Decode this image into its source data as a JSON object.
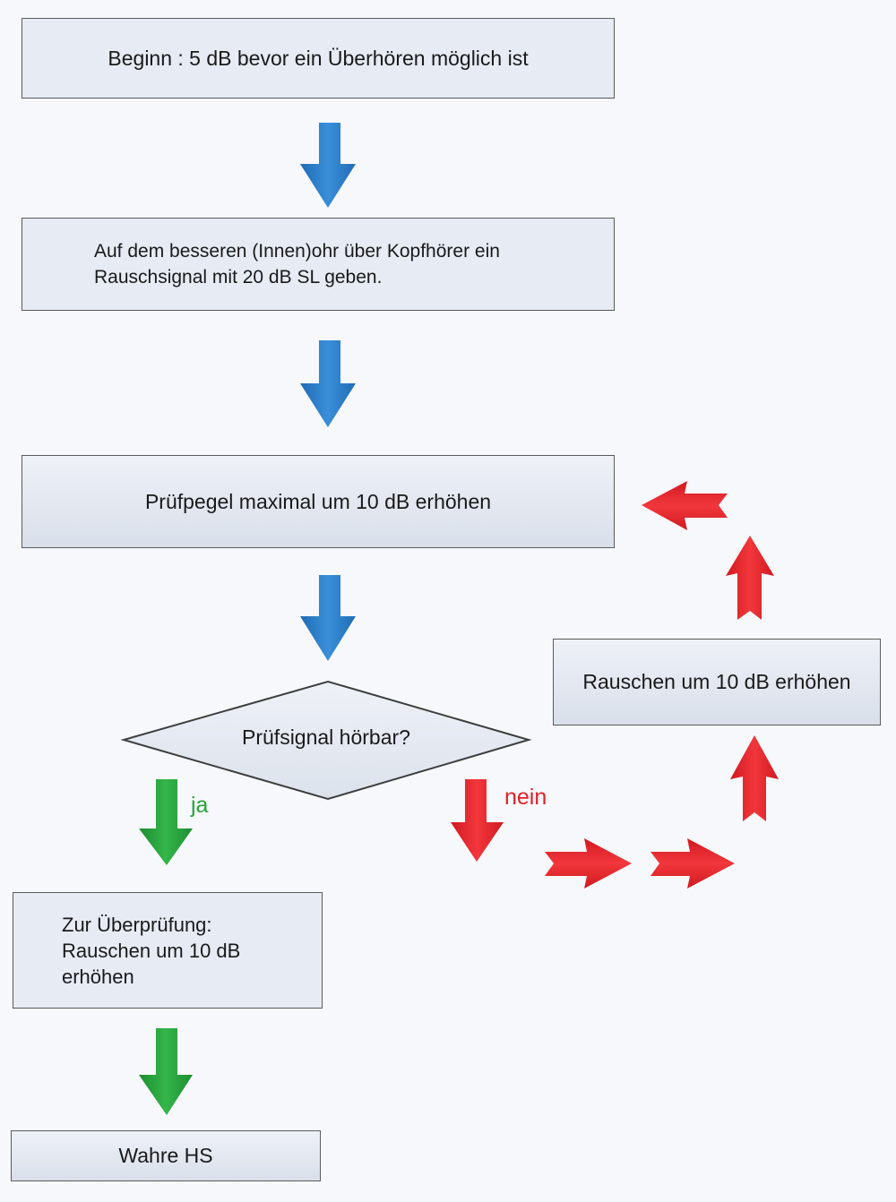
{
  "flowchart": {
    "start_box": "Beginn : 5 dB bevor ein Überhören möglich ist",
    "noise_box": "Auf dem besseren (Innen)ohr über Kopfhörer ein\nRauschsignal mit 20 dB SL geben.",
    "raise_box": "Prüfpegel maximal um 10 dB erhöhen",
    "decision": "Prüfsignal hörbar?",
    "yes_label": "ja",
    "no_label": "nein",
    "noise_up_box": "Rauschen um 10 dB erhöhen",
    "check_box": "Zur Überprüfung:\nRauschen um 10 dB\nerhöhen",
    "result_box": "Wahre HS"
  },
  "colors": {
    "box_fill": "#e6ebf4",
    "box_border": "#5a5a5a",
    "arrow_blue": "#2a7bc8",
    "arrow_green": "#23a23a",
    "arrow_red": "#e62026",
    "yes_text": "#22a43a",
    "no_text": "#e0222a"
  }
}
